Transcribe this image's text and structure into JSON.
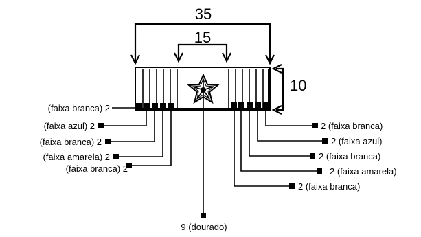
{
  "dimensions": {
    "total_width": "35",
    "center_width": "15",
    "height": "10"
  },
  "left_labels": [
    "(faixa branca) 2",
    "(faixa azul) 2",
    "(faixa branca) 2",
    "(faixa amarela) 2",
    "(faixa branca) 2"
  ],
  "right_labels": [
    "2 (faixa branca)",
    "2 (faixa azul)",
    "2 (faixa branca)",
    "2 (faixa amarela)",
    "2 (faixa branca)"
  ],
  "bottom_label": "9 (dourado)",
  "colors": {
    "line": "#000000",
    "background": "#ffffff"
  }
}
